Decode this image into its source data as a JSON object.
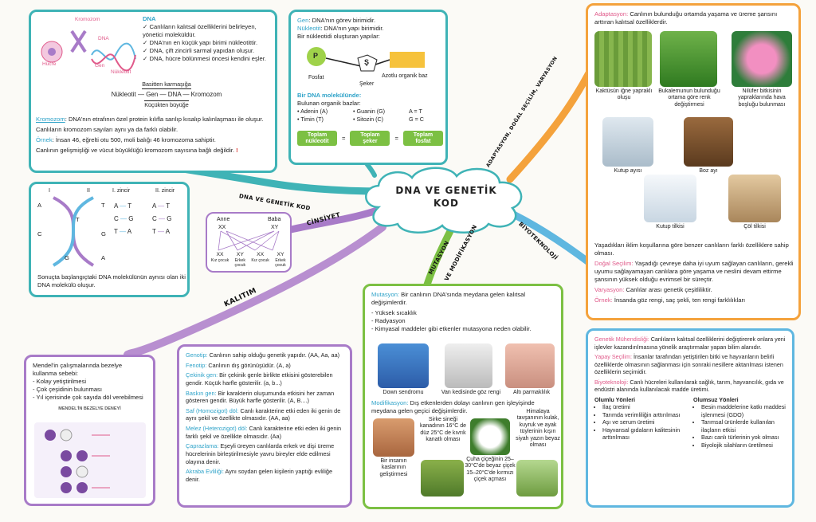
{
  "center": {
    "title_line1": "DNA VE GENETİK",
    "title_line2": "KOD"
  },
  "branches": {
    "dna_genetik_kod": "DNA VE GENETİK KOD",
    "cinsiyet": "CİNSİYET",
    "kalitim": "KALITIM",
    "mutasyon": "MUTASYON",
    "modifikasyon": "VE MODİFİKASYON",
    "biyoteknoloji": "BİYOTEKNOLOJİ",
    "adaptasyon": "ADAPTASYON, DOĞAL SEÇİLİM, VARYASYON"
  },
  "dna_box": {
    "diagram_labels": {
      "kromozom": "Kromozom",
      "dna": "DNA",
      "gen": "Gen",
      "nukleotit": "Nükleotit",
      "hucre": "Hücre"
    },
    "heading": "DNA",
    "checks": [
      "Canlıların kalıtsal özelliklerini belirleyen, yönetici moleküldür.",
      "DNA'nın en küçük yapı birimi nükleotittir.",
      "DNA, çift zincirli sarmal yapıdan oluşur.",
      "DNA, hücre bölünmesi öncesi kendini eşler."
    ],
    "basitten": "Basitten karmaşığa",
    "chain": "Nükleotit — Gen — DNA — Kromozom",
    "kucukten": "Küçükten büyüğe",
    "kromozom_term": "Kromozom",
    "kromozom_def": ": DNA'nın etrafının özel protein kılıfla sarılıp kısalıp kalınlaşması ile oluşur.",
    "p2": "Canlıların kromozom sayıları aynı ya da farklı olabilir.",
    "ornek_term": "Örnek",
    "ornek_text": ": İnsan 46, eğrelti otu 500, moli balığı 46 kromozoma sahiptir.",
    "p4": "Canlının gelişmişliği ve vücut büyüklüğü kromozom sayısına bağlı değildir."
  },
  "gen_box": {
    "gen_term": "Gen",
    "gen_def": ": DNA'nın görev birimidir.",
    "nuk_term": "Nükleotit",
    "nuk_def": ": DNA'nın yapı birimidir.",
    "line3": "Bir nükleotidi oluşturan yapılar:",
    "p_letter": "P",
    "s_letter": "Ş",
    "fosfat": "Fosfat",
    "seker": "Şeker",
    "baz": "Azotlu organik baz",
    "molekul_heading": "Bir DNA molekülünde:",
    "bazlar_heading": "Bulunan organik bazlar:",
    "bazlar": [
      "Adenin (A)",
      "Timin (T)",
      "Guanin (G)",
      "Sitozin (C)"
    ],
    "eq1": "A = T",
    "eq2": "G = C",
    "pill1": "Toplam nükleotit",
    "pill2": "Toplam şeker",
    "pill3": "Toplam fosfat",
    "eq_sign": "="
  },
  "replication_box": {
    "helix_left": [
      "A",
      "C",
      "G"
    ],
    "helix_right": [
      "T",
      "G",
      "T",
      "A"
    ],
    "zincir1": "I. zincir",
    "zincir2": "II. zincir",
    "roman1": "I",
    "roman2": "II",
    "pairs_a": [
      [
        "A",
        "T"
      ],
      [
        "C",
        "G"
      ],
      [
        "T",
        "A"
      ]
    ],
    "pairs_b": [
      [
        "A",
        "T"
      ],
      [
        "C",
        "G"
      ],
      [
        "T",
        "A"
      ]
    ],
    "text": "Sonuçta başlangıçtaki DNA molekülünün aynısı olan iki DNA molekülü oluşur."
  },
  "cinsiyet_box": {
    "anne": "Anne",
    "baba": "Baba",
    "anne_xx": "XX",
    "baba_xy": "XY",
    "kids": [
      "XX",
      "XY",
      "XX",
      "XY"
    ],
    "kid_labels": [
      "Kız çocuk",
      "Erkek çocuk",
      "Kız çocuk",
      "Erkek çocuk"
    ]
  },
  "mendel_box": {
    "intro": "Mendel'in çalışmalarında bezelye kullanma sebebi:",
    "items": [
      "Kolay yetiştirilmesi",
      "Çok çeşidinin bulunması",
      "Yıl içerisinde çok sayıda döl verebilmesi"
    ],
    "deney_title": "MENDEL'İN BEZELYE DENEYİ"
  },
  "kalitim_box": {
    "items": [
      {
        "term": "Genotip:",
        "text": " Canlının sahip olduğu genetik yapıdır. (AA, Aa, aa)"
      },
      {
        "term": "Fenotip:",
        "text": " Canlının dış görünüşüdür. (A, a)"
      },
      {
        "term": "Çekinik gen:",
        "text": " Bir çekinik genle birlikte etkisini gösterebilen gendir. Küçük harfle gösterilir. (a, b...)"
      },
      {
        "term": "Baskın gen:",
        "text": " Bir karakterin oluşumunda etkisini her zaman gösteren gendir. Büyük harfle gösterilir. (A, B....)"
      },
      {
        "term": "Saf (Homozigot) döl:",
        "text": " Canlı karakterine etki eden iki genin de aynı şekil ve özellikte olmasıdır. (AA, aa)"
      },
      {
        "term": "Melez (Heterozigot) döl:",
        "text": " Canlı karakterine etki eden iki genin farklı şekil ve özellikte olmasıdır. (Aa)"
      },
      {
        "term": "Çaprazlama:",
        "text": " Eşeyli üreyen canlılarda erkek ve dişi üreme hücrelerinin birleştirilmesiyle yavru bireyler elde edilmesi olayına denir."
      },
      {
        "term": "Akraba Evliliği:",
        "text": " Aynı soydan gelen kişilerin yaptığı evliliğe denir."
      }
    ]
  },
  "mutasyon_box": {
    "term": "Mutasyon:",
    "text": " Bir canlının DNA'sında meydana gelen kalıtsal değişimlerdir.",
    "causes": [
      "- Yüksek sıcaklık",
      "- Radyasyon",
      "- Kimyasal maddeler gibi etkenler mutasyona neden olabilir."
    ],
    "photo_caps": [
      "Down sendromu",
      "Van kedisinde göz rengi",
      "Altı parmaklılık"
    ],
    "mod_term": "Modifikasyon:",
    "mod_text": " Dış etkenlerden dolayı canlının gen işleyişinde meydana gelen geçici değişimlerdir.",
    "mod_caps": [
      "Bir insanın kaslarının geliştirmesi",
      "Sirke sineği kanadının 16°C de düz 25°C de kıvrık kanatlı olması",
      "Çuha çiçeğinin 25–30°C'de beyaz çiçek 15–20°C'de kırmızı çiçek açması",
      "Himalaya tavşanının kulak, kuyruk ve ayak tüylerinin kışın siyah yazın beyaz olması"
    ]
  },
  "adaptasyon_box": {
    "term": "Adaptasyon:",
    "text": " Canlının bulunduğu ortamda yaşama ve üreme şansını arttıran kalıtsal özelliklerdir.",
    "caps": [
      "Kaktüsün iğne yapraklı oluşu",
      "Bukalemunun bulunduğu ortama göre renk değiştirmesi",
      "Nilüfer bitkisinin yapraklarında hava boşluğu bulunması",
      "Kutup ayısı",
      "Boz ayı",
      "Kutup tilkisi",
      "Çöl tilkisi"
    ],
    "p1": "Yaşadıkları iklim koşullarına göre benzer canlıların farklı özelliklere sahip olması.",
    "dogal_term": "Doğal Seçilim:",
    "dogal_text": " Yaşadığı çevreye daha iyi uyum sağlayan canlıların, gerekli uyumu sağlayamayan canlılara göre yaşama ve neslini devam ettirme şansının yüksek olduğu evrimsel bir süreçtir.",
    "var_term": "Varyasyon:",
    "var_text": " Canlılar arası genetik çeşitliliktir.",
    "ornek_term": "Örnek:",
    "ornek_text": " İnsanda göz rengi, saç şekli, ten rengi farklılıkları"
  },
  "biyotek_box": {
    "gm_term": "Genetik Mühendisliği:",
    "gm_text": " Canlıların kalıtsal özelliklerini değiştirerek onlara yeni işlevler kazandırılmasına yönelik araştırmalar yapan bilim alanıdır.",
    "ys_term": "Yapay Seçilim:",
    "ys_text": " İnsanlar tarafından yetiştirilen bitki ve hayvanların belirli özelliklerde olmasının sağlanması için sonraki nesillere aktarılması istenen özelliklerin seçimidir.",
    "bt_term": "Biyoteknoloji:",
    "bt_text": " Canlı hücreleri kullanılarak sağlık, tarım, hayvancılık, gıda ve endüstri alanında kullanılacak madde üretimi.",
    "olumlu_heading": "Olumlu Yönleri",
    "olumlu": [
      "İlaç üretimi",
      "Tarımda verimliliğin arttırılması",
      "Aşı ve serum üretimi",
      "Hayvansal gıdaların kalitesinin arttırılması"
    ],
    "olumsuz_heading": "Olumsuz Yönleri",
    "olumsuz": [
      "Besin maddelerine katkı maddesi işlenmesi (GDO)",
      "Tarımsal ürünlerde kullanılan ilaçların etkisi",
      "Bazı canlı türlerinin yok olması",
      "Biyolojik silahların üretilmesi"
    ]
  }
}
